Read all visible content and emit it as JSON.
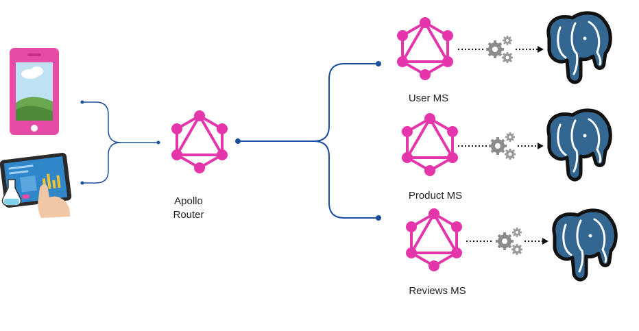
{
  "router": {
    "line1": "Apollo",
    "line2": "Router"
  },
  "services": [
    {
      "label": "User MS"
    },
    {
      "label": "Product MS"
    },
    {
      "label": "Reviews MS"
    }
  ],
  "colors": {
    "graphql": "#e535ab",
    "connector": "#1a4fa0",
    "phone_body": "#e84aa8",
    "postgres": "#336791",
    "gear": "#8a8a8a"
  },
  "icons": {
    "clients": [
      "smartphone-icon",
      "tablet-icon"
    ],
    "router": "graphql-logo-icon",
    "service": "graphql-logo-icon",
    "link": "gears-icon",
    "database": "postgresql-elephant-icon"
  }
}
